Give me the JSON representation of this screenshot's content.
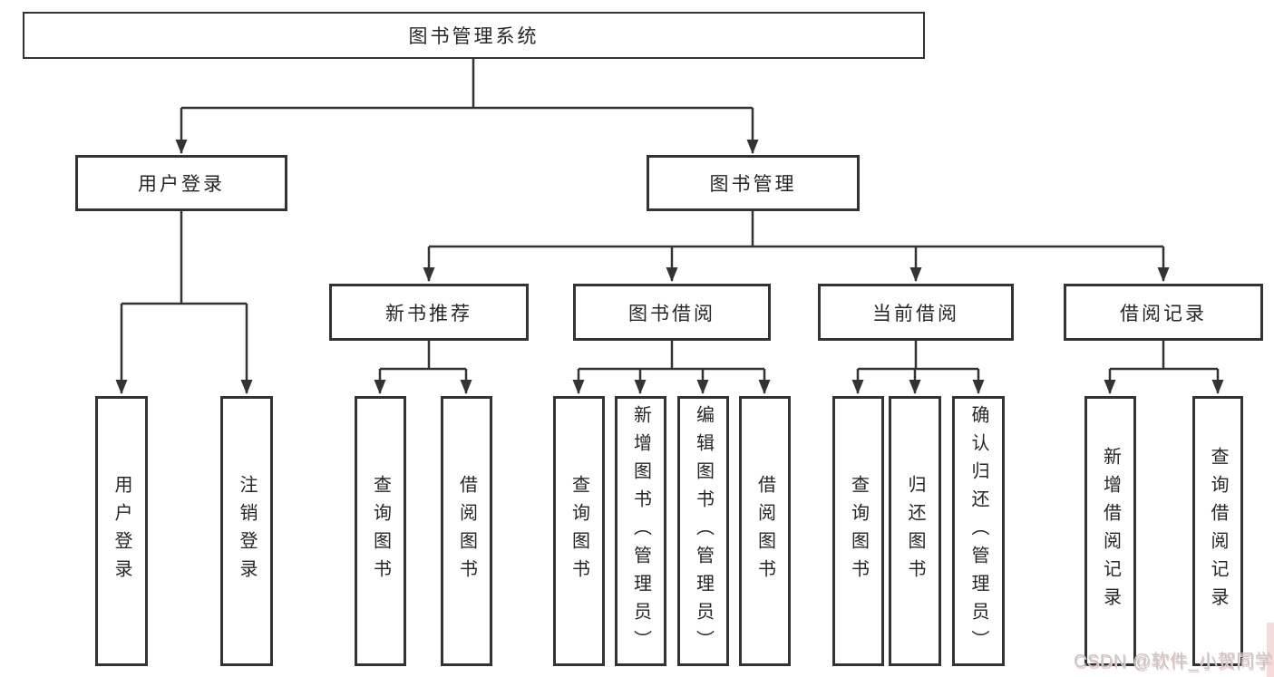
{
  "nodes": {
    "root": "图书管理系统",
    "user_login": "用户登录",
    "book_management": "图书管理",
    "new_book_recommend": "新书推荐",
    "book_borrowing": "图书借阅",
    "current_borrowing": "当前借阅",
    "borrowing_records": "借阅记录"
  },
  "leaves": {
    "user_login": [
      "用户登录",
      "注销登录"
    ],
    "new_book_recommend": [
      "查询图书",
      "借阅图书"
    ],
    "book_borrowing": [
      "查询图书",
      "新增图书（管理员）",
      "编辑图书（管理员）",
      "借阅图书"
    ],
    "current_borrowing": [
      "查询图书",
      "归还图书",
      "确认归还（管理员）"
    ],
    "borrowing_records": [
      "新增借阅记录",
      "查询借阅记录"
    ]
  },
  "watermark": "CSDN @软件_小贺同学",
  "colors": {
    "line": "#333333",
    "text": "#262626",
    "background": "#ffffff",
    "watermark_text": "#c6c6c6",
    "watermark_shadow": "#eec9c9",
    "corner_strip": "#f6dbdb"
  }
}
